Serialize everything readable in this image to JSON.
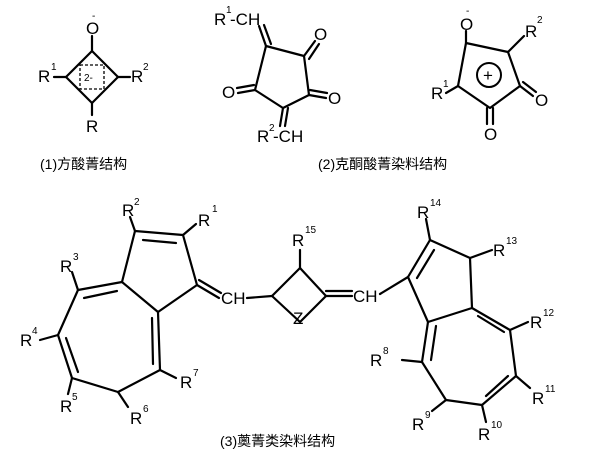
{
  "captions": {
    "squaraine": "(1)方酸菁结构",
    "croconaine": "(2)克酮酸菁染料结构",
    "azulene": "(3)薁菁类染料结构"
  },
  "squaraine": {
    "charge_label": "2-",
    "top": "O",
    "top_charge": "-",
    "left": "R",
    "left_sup": "1",
    "right": "R",
    "right_sup": "2",
    "bottom": "R"
  },
  "croconaine": {
    "top_sub": "R",
    "top_sup": "1",
    "top_ch": "-CH",
    "bottom_sub": "R",
    "bottom_sup": "2",
    "bottom_ch": "-CH",
    "o_right_top": "O",
    "o_left": "O",
    "o_right": "O"
  },
  "croconaine_ion": {
    "top": "O",
    "top_charge": "-",
    "r2": "R",
    "r2_sup": "2",
    "r1": "R",
    "r1_sup": "1",
    "o_right": "O",
    "o_bottom": "O",
    "plus": "+"
  },
  "azulene": {
    "r1": "R",
    "r1_sup": "1",
    "r2": "R",
    "r2_sup": "2",
    "r3": "R",
    "r3_sup": "3",
    "r4": "R",
    "r4_sup": "4",
    "r5": "R",
    "r5_sup": "5",
    "r6": "R",
    "r6_sup": "6",
    "r7": "R",
    "r7_sup": "7",
    "r8": "R",
    "r8_sup": "8",
    "r9": "R",
    "r9_sup": "9",
    "r10": "R",
    "r10_sup": "10",
    "r11": "R",
    "r11_sup": "11",
    "r12": "R",
    "r12_sup": "12",
    "r13": "R",
    "r13_sup": "13",
    "r14": "R",
    "r14_sup": "14",
    "r15": "R",
    "r15_sup": "15",
    "ch_left": "CH",
    "ch_right": "CH",
    "z": "Z"
  }
}
